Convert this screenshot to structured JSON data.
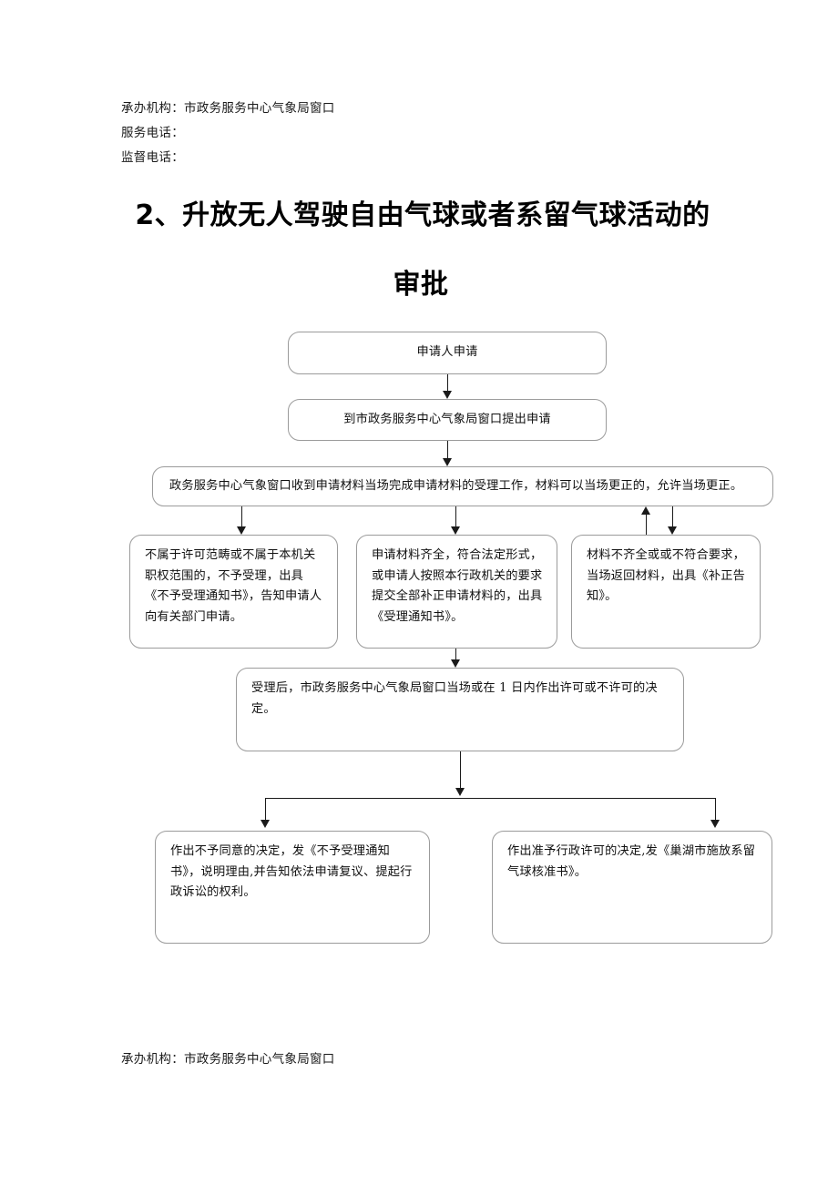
{
  "header": {
    "organization": "承办机构：市政务服务中心气象局窗口",
    "service_phone": "服务电话：",
    "supervision_phone": "监督电话："
  },
  "title": {
    "line1": "2、升放无人驾驶自由气球或者系留气球活动的",
    "line2": "审批"
  },
  "flowchart": {
    "nodes": {
      "applicant": "申请人申请",
      "submit": "到市政务服务中心气象局窗口提出申请",
      "receive": "政务服务中心气象窗口收到申请材料当场完成申请材料的受理工作，材料可以当场更正的，允许当场更正。",
      "out_of_scope": "不属于许可范畴或不属于本机关职权范围的，不予受理，出具《不予受理通知书》，告知申请人向有关部门申请。",
      "complete": "申请材料齐全，符合法定形式，或申请人按照本行政机关的要求提交全部补正申请材料的，出具《受理通知书》。",
      "incomplete": "材料不齐全或或不符合要求，当场返回材料，出具《补正告知》。",
      "decision": "受理后，市政务服务中心气象局窗口当场或在 1 日内作出许可或不许可的决定。",
      "reject": "作出不予同意的决定，发《不予受理通知书》，说明理由,并告知依法申请复议、提起行政诉讼的权利。",
      "approve": "作出准予行政许可的决定,发《巢湖市施放系留气球核准书》。"
    }
  },
  "footer": {
    "organization": "承办机构：市政务服务中心气象局窗口"
  }
}
